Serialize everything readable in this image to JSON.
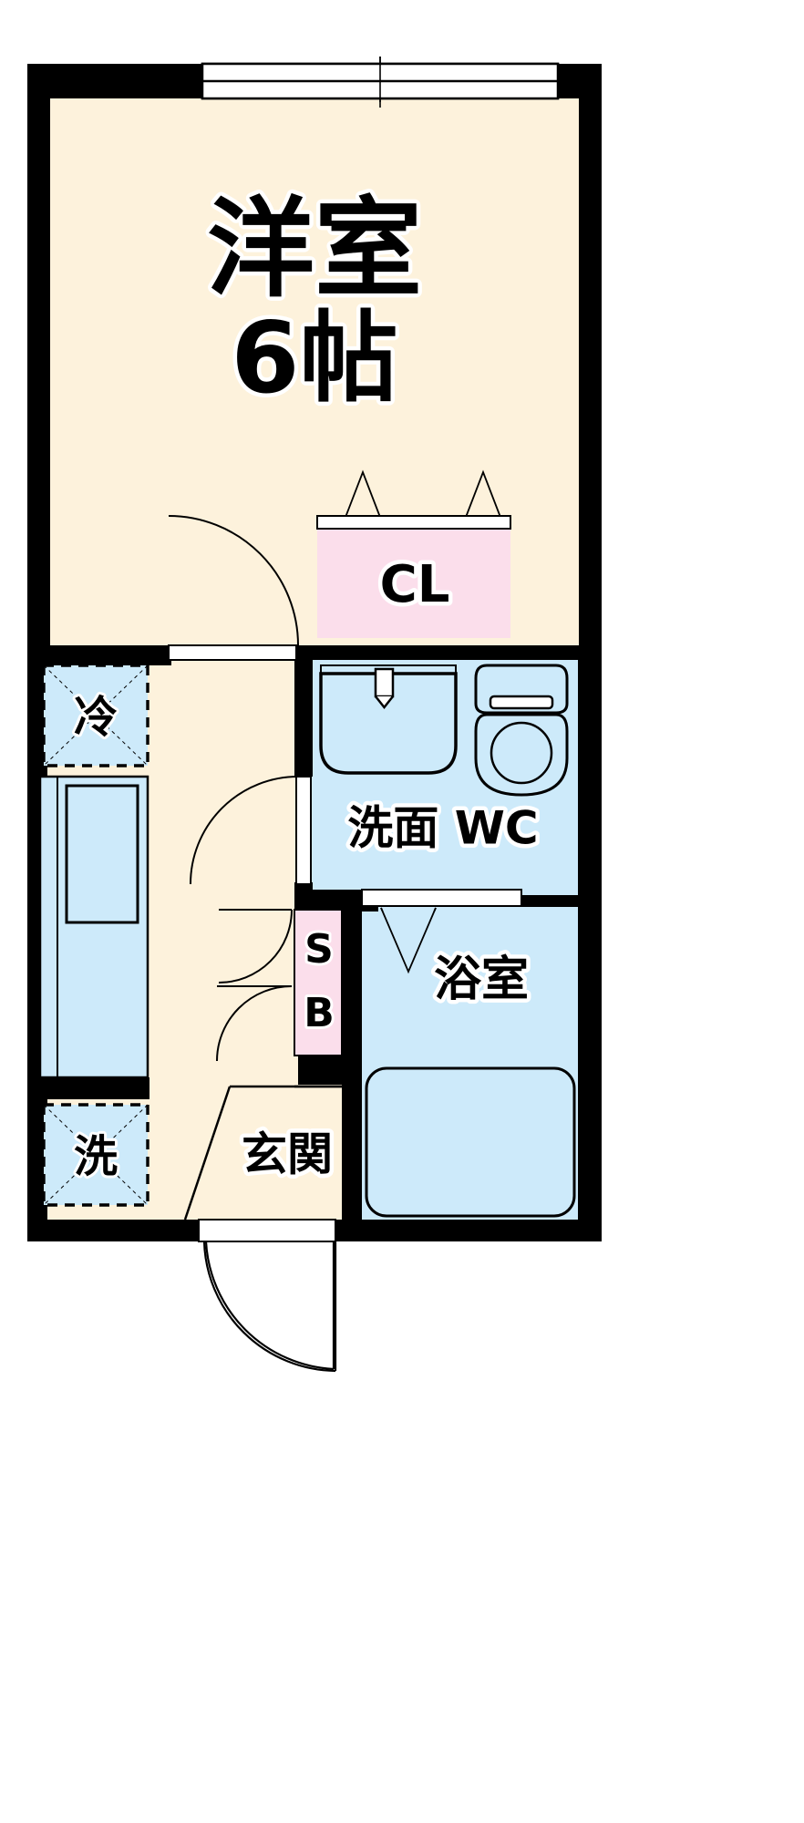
{
  "plan": {
    "type": "japanese-apartment-floorplan",
    "layout_code": "1K",
    "colors": {
      "room_floor": "#fdf2dc",
      "wet_area": "#cdeafa",
      "closet": "#fbdeeb",
      "wall": "#000000",
      "line": "#000000",
      "background": "#ffffff",
      "door_swing": "#1a1a1a"
    },
    "rooms": [
      {
        "id": "main-room",
        "label": "洋室",
        "sublabel": "6帖",
        "floor": "room_floor"
      },
      {
        "id": "closet",
        "label": "CL",
        "sublabel": "",
        "floor": "closet"
      },
      {
        "id": "washroom",
        "label": "洗面 WC",
        "sublabel": "",
        "floor": "wet_area"
      },
      {
        "id": "bathroom",
        "label": "浴室",
        "sublabel": "",
        "floor": "wet_area"
      },
      {
        "id": "entrance",
        "label": "玄関",
        "sublabel": "",
        "floor": "room_floor"
      },
      {
        "id": "shoe-box",
        "label": "SB",
        "sublabel": "",
        "floor": "closet"
      }
    ],
    "fixtures": [
      {
        "id": "refrigerator-space",
        "label": "冷",
        "shape": "dashed-box-with-cross",
        "floor": "wet_area"
      },
      {
        "id": "washing-machine-space",
        "label": "洗",
        "shape": "dashed-box-with-cross",
        "floor": "wet_area"
      },
      {
        "id": "kitchen-counter",
        "label": "",
        "shape": "counter-with-sink",
        "floor": "wet_area"
      },
      {
        "id": "washbasin",
        "label": "",
        "shape": "basin",
        "floor": "wet_area"
      },
      {
        "id": "toilet",
        "label": "",
        "shape": "toilet",
        "floor": "wet_area"
      },
      {
        "id": "bathtub",
        "label": "",
        "shape": "tub",
        "floor": "wet_area"
      }
    ],
    "labels": {
      "main_room": "洋室",
      "main_room_size": "6帖",
      "closet": "CL",
      "washroom": "洗面 WC",
      "bathroom": "浴室",
      "entrance": "玄関",
      "shoe_box_s": "S",
      "shoe_box_b": "B",
      "refrigerator": "冷",
      "washer": "洗"
    }
  }
}
